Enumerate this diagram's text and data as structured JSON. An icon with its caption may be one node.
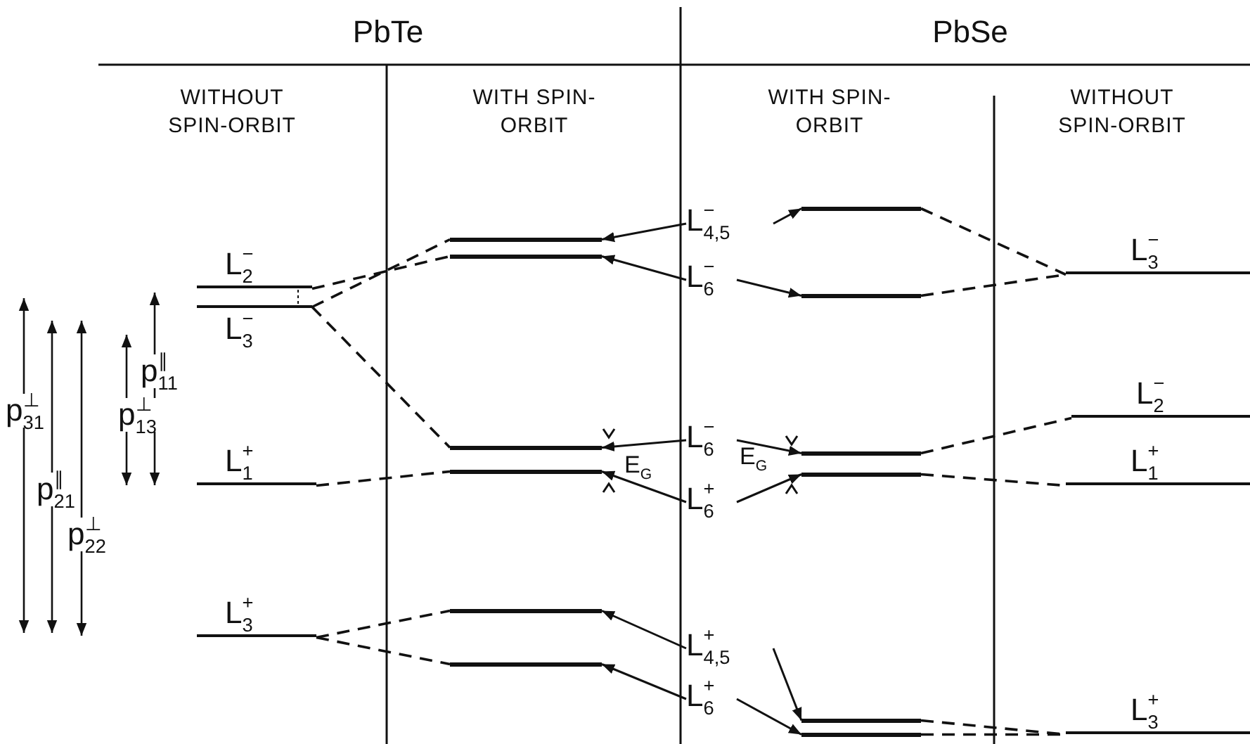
{
  "diagram": {
    "nodes": [
      {
        "text": [
          "L$_{2}$$^{−}$"
        ]
      },
      {
        "text": [
          "L$_{3}$$^{−}$"
        ]
      },
      {
        "text": [
          "L$_{1}$$^{+}$"
        ]
      },
      {
        "text": [
          "L$_{3}$$^{+}$"
        ]
      },
      {
        "text": [],
        "shape": "bar"
      },
      {
        "text": [],
        "shape": "bar"
      },
      {
        "text": [],
        "shape": "bar"
      },
      {
        "text": [],
        "shape": "bar"
      },
      {
        "text": [],
        "shape": "bar"
      },
      {
        "text": [],
        "shape": "bar"
      },
      {
        "text": [
          "L$_{4,5}$$^{−}$"
        ]
      },
      {
        "text": [
          "L$_{6}$$^{−}$"
        ]
      },
      {
        "text": [
          "L$_{6}$$^{−}$"
        ]
      },
      {
        "text": [
          "L$_{6}$$^{+}$"
        ]
      },
      {
        "text": [
          "L$_{4,5}$$^{+}$"
        ]
      },
      {
        "text": [
          "L$_{6}$$^{+}$"
        ]
      },
      {
        "text": [],
        "shape": "bar"
      },
      {
        "text": [],
        "shape": "bar"
      },
      {
        "text": [],
        "shape": "bar"
      },
      {
        "text": [],
        "shape": "bar"
      },
      {
        "text": [],
        "shape": "bar"
      },
      {
        "text": [],
        "shape": "bar"
      },
      {
        "text": [
          "L$_{3}$$^{−}$"
        ]
      },
      {
        "text": [
          "L$_{2}$$^{−}$"
        ]
      },
      {
        "text": [
          "L$_{1}$$^{+}$"
        ]
      },
      {
        "text": [
          "L$_{3}$$^{+}$"
        ]
      }
    ],
    "edges": [
      {
        "from": 0,
        "to": 5,
        "arrow": "none",
        "style": "dashed"
      },
      {
        "from": 1,
        "to": 4,
        "arrow": "none",
        "style": "dashed"
      },
      {
        "from": 1,
        "to": 6,
        "arrow": "none",
        "style": "dashed"
      },
      {
        "from": 2,
        "to": 7,
        "arrow": "none",
        "style": "dashed"
      },
      {
        "from": 3,
        "to": 8,
        "arrow": "none",
        "style": "dashed"
      },
      {
        "from": 3,
        "to": 9,
        "arrow": "none",
        "style": "dashed"
      },
      {
        "from": 10,
        "to": 4,
        "arrow": "to"
      },
      {
        "from": 10,
        "to": 16,
        "arrow": "to"
      },
      {
        "from": 11,
        "to": 5,
        "arrow": "to"
      },
      {
        "from": 11,
        "to": 17,
        "arrow": "to"
      },
      {
        "from": 12,
        "to": 6,
        "arrow": "to"
      },
      {
        "from": 12,
        "to": 18,
        "arrow": "to"
      },
      {
        "from": 13,
        "to": 7,
        "arrow": "to"
      },
      {
        "from": 13,
        "to": 19,
        "arrow": "to"
      },
      {
        "from": 14,
        "to": 8,
        "arrow": "to"
      },
      {
        "from": 14,
        "to": 20,
        "arrow": "to"
      },
      {
        "from": 15,
        "to": 9,
        "arrow": "to"
      },
      {
        "from": 15,
        "to": 21,
        "arrow": "to"
      },
      {
        "from": 16,
        "to": 22,
        "arrow": "none",
        "style": "dashed"
      },
      {
        "from": 17,
        "to": 22,
        "arrow": "none",
        "style": "dashed"
      },
      {
        "from": 18,
        "to": 23,
        "arrow": "none",
        "style": "dashed"
      },
      {
        "from": 19,
        "to": 24,
        "arrow": "none",
        "style": "dashed"
      },
      {
        "from": 20,
        "to": 25,
        "arrow": "none",
        "style": "dashed"
      },
      {
        "from": 21,
        "to": 25,
        "arrow": "none",
        "style": "dashed"
      }
    ],
    "labels": [
      "PbTe",
      "PbSe",
      "WITHOUT SPIN-ORBIT",
      "WITH SPIN-ORBIT",
      "WITH SPIN-ORBIT",
      "WITHOUT SPIN-ORBIT",
      "p$_{31}$$^{⊥}$",
      "p$_{21}$$^{∥}$",
      "p$_{22}$$^{⊥}$",
      "p$_{13}$$^{⊥}$",
      "p$_{11}$$^{∥}$",
      "E$_{G}$",
      "E$_{G}$"
    ]
  }
}
